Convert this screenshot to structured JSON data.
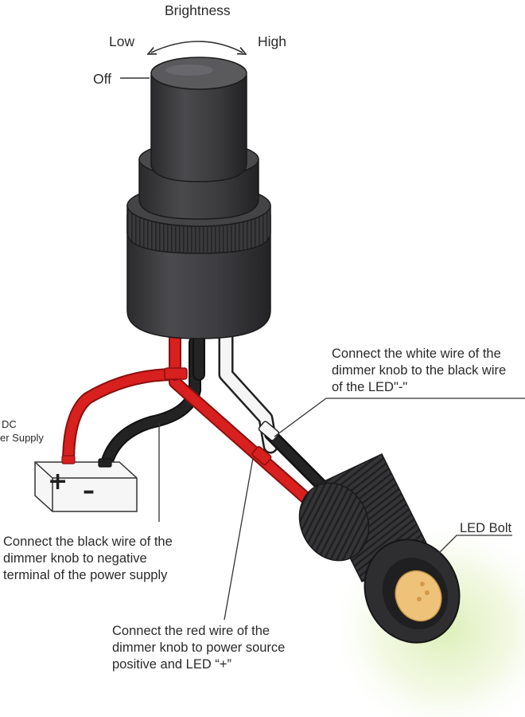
{
  "knob": {
    "brightness": "Brightness",
    "low": "Low",
    "high": "High",
    "off": "Off"
  },
  "power_supply": {
    "line1": "DC",
    "line2": "er Supply",
    "plus": "+",
    "minus": "–"
  },
  "callouts": {
    "white_wire": [
      "Connect the white wire of the",
      "dimmer knob to the black wire",
      "of the LED\"-\""
    ],
    "black_wire": [
      "Connect the black wire of the",
      "dimmer knob to negative",
      "terminal of the power supply"
    ],
    "red_wire": [
      "Connect the red wire of the",
      "dimmer knob to power source",
      "positive and LED “+”"
    ],
    "led_bolt": "LED Bolt"
  },
  "colors": {
    "knob_body": "#3b3b3d",
    "wire_red": "#d8201e",
    "wire_black": "#1c1c1c",
    "wire_white": "#f4f4f4",
    "led_face": "#efc27a",
    "led_glow": "#d9ecb0"
  }
}
